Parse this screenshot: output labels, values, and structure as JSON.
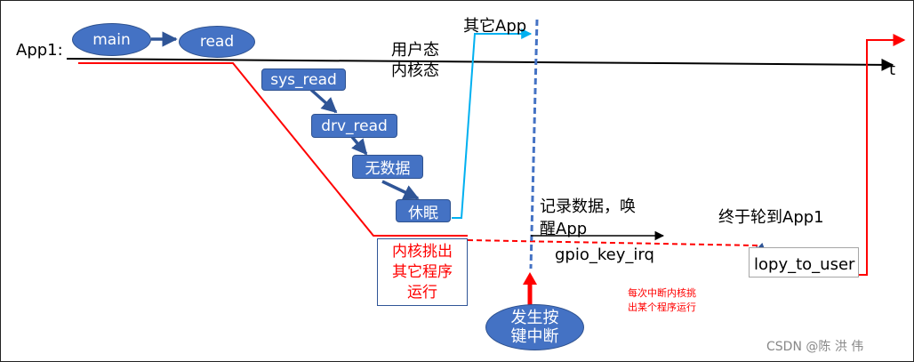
{
  "labels": {
    "app1": "App1:",
    "main": "main",
    "read": "read",
    "user_mode": "用户态",
    "kernel_mode": "内核态",
    "other_app": "其它App",
    "time_axis": "t",
    "sys_read": "sys_read",
    "drv_read": "drv_read",
    "no_data": "无数据",
    "sleep": "休眠",
    "kernel_picks": "内核挑出\n其它程序\n运行",
    "record_data_line1": "记录数据，唤",
    "record_data_line2": "醒App",
    "gpio_key_irq": "gpio_key_irq",
    "key_interrupt_line1": "发生按",
    "key_interrupt_line2": "键中断",
    "each_interrupt_line1": "每次中断内核挑",
    "each_interrupt_line2": "出某个程序运行",
    "finally_app1": "终于轮到App1",
    "copy_to_user": "lopy_to_user",
    "watermark": "CSDN @陈 洪 伟"
  },
  "colors": {
    "node_fill": "#4472c4",
    "node_border": "#2f528f",
    "app1_path": "#ff0000",
    "other_app_path": "#00b0f0",
    "interrupt_line": "#4472c4",
    "interrupt_arrow": "#ff0000",
    "time_axis": "#000000"
  }
}
